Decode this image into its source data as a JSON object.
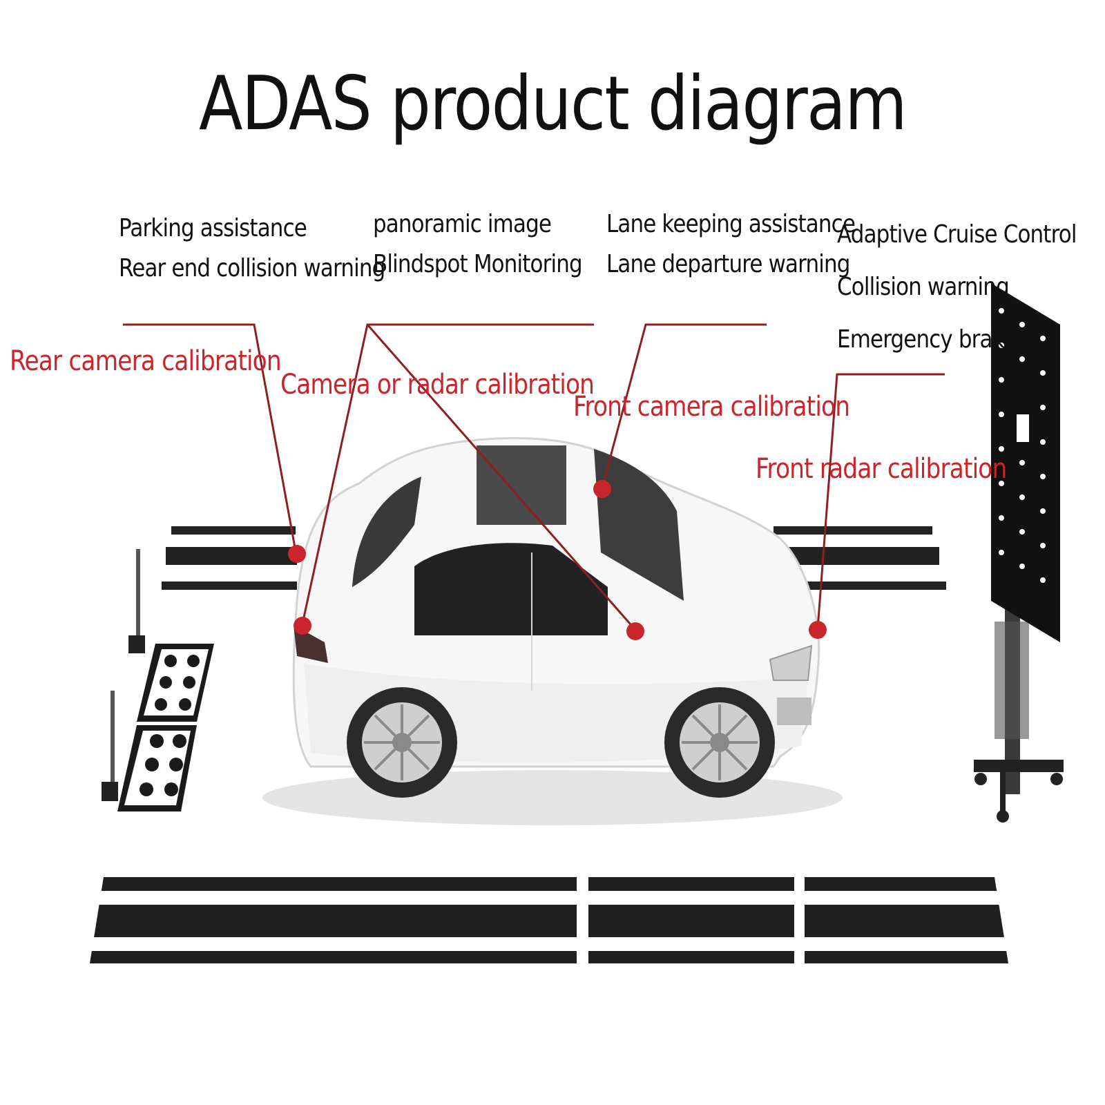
{
  "title": "ADAS product diagram",
  "features": {
    "rear": [
      "Parking assistance",
      "Rear end collision warning"
    ],
    "side": [
      "panoramic image",
      "Blindspot Monitoring"
    ],
    "lane": [
      "Lane keeping assistance",
      "Lane departure warning"
    ],
    "front": [
      "Adaptive Cruise Control",
      "Collision warning",
      "Emergency brake"
    ]
  },
  "calibrations": {
    "rear_camera": "Rear camera calibration",
    "camera_radar": "Camera or radar calibration",
    "front_camera": "Front camera calibration",
    "front_radar": "Front radar calibration"
  },
  "colors": {
    "accent_red": "#c9252b",
    "text": "#111111",
    "target_black": "#1a1a1a"
  }
}
